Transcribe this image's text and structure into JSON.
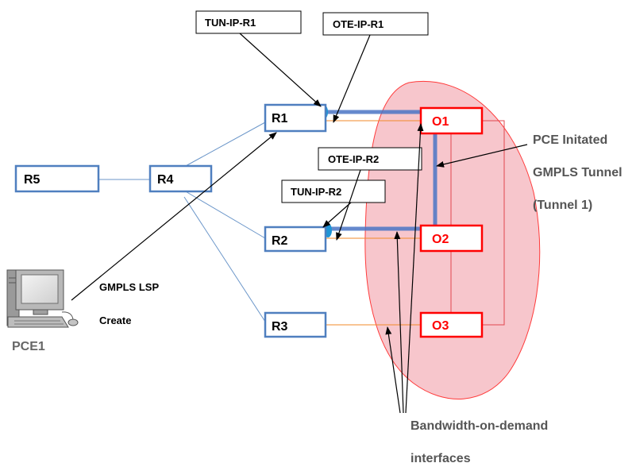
{
  "callouts": {
    "tun_ip_r1": "TUN-IP-R1",
    "ote_ip_r1": "OTE-IP-R1",
    "ote_ip_r2": "OTE-IP-R2",
    "tun_ip_r2": "TUN-IP-R2"
  },
  "routers": {
    "r1": "R1",
    "r2": "R2",
    "r3": "R3",
    "r4": "R4",
    "r5": "R5"
  },
  "optical_nodes": {
    "o1": "O1",
    "o2": "O2",
    "o3": "O3"
  },
  "tunnel_note": {
    "line1": "PCE Initated",
    "line2": "GMPLS Tunnel",
    "line3": "(Tunnel 1)"
  },
  "gmpls_note": {
    "line1": "GMPLS LSP",
    "line2": "Create"
  },
  "pce": {
    "label": "PCE1",
    "icon": "computer-icon"
  },
  "bod_note": {
    "line1": "Bandwidth-on-demand",
    "line2": "interfaces"
  },
  "colors": {
    "router_border": "#4f7fbf",
    "optical_border": "#ff0000",
    "optical_fill": "#ffffff",
    "cloud_fill": "#f7c6cc",
    "cloud_border": "#ff3b3b",
    "tunnel_line": "#4a74c4",
    "access_link": "#f08a2a",
    "ip_link": "#6b96c9",
    "optical_link": "#e0464e"
  }
}
